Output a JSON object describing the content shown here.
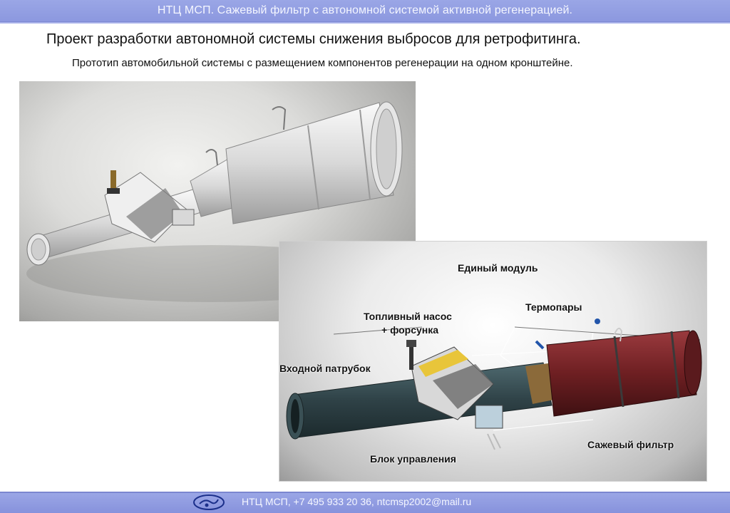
{
  "header": {
    "banner": "НТЦ МСП. Сажевый фильтр с автономной системой активной регенерацией."
  },
  "slide": {
    "title": "Проект разработки автономной системы снижения выбросов для ретрофитинга.",
    "subtitle": "Прототип автомобильной системы с размещением компонентов регенерации на одном кронштейне."
  },
  "labels": {
    "module": "Единый модуль",
    "thermocouples": "Термопары",
    "pump_line1": "Топливный насос",
    "pump_line2": "+ форсунка",
    "inlet": "Входной патрубок",
    "filter": "Сажевый фильтр",
    "control": "Блок управления"
  },
  "footer": {
    "contact": "НТЦ МСП, +7 495 933 20 36, ntcmsp2002@mail.ru"
  },
  "colors": {
    "bar": "#8c98df",
    "bar_text": "#f4f6ff",
    "pipe_dark": "#2f4247",
    "filter_red": "#6e1f22",
    "module_yellow": "#e8c53a"
  }
}
